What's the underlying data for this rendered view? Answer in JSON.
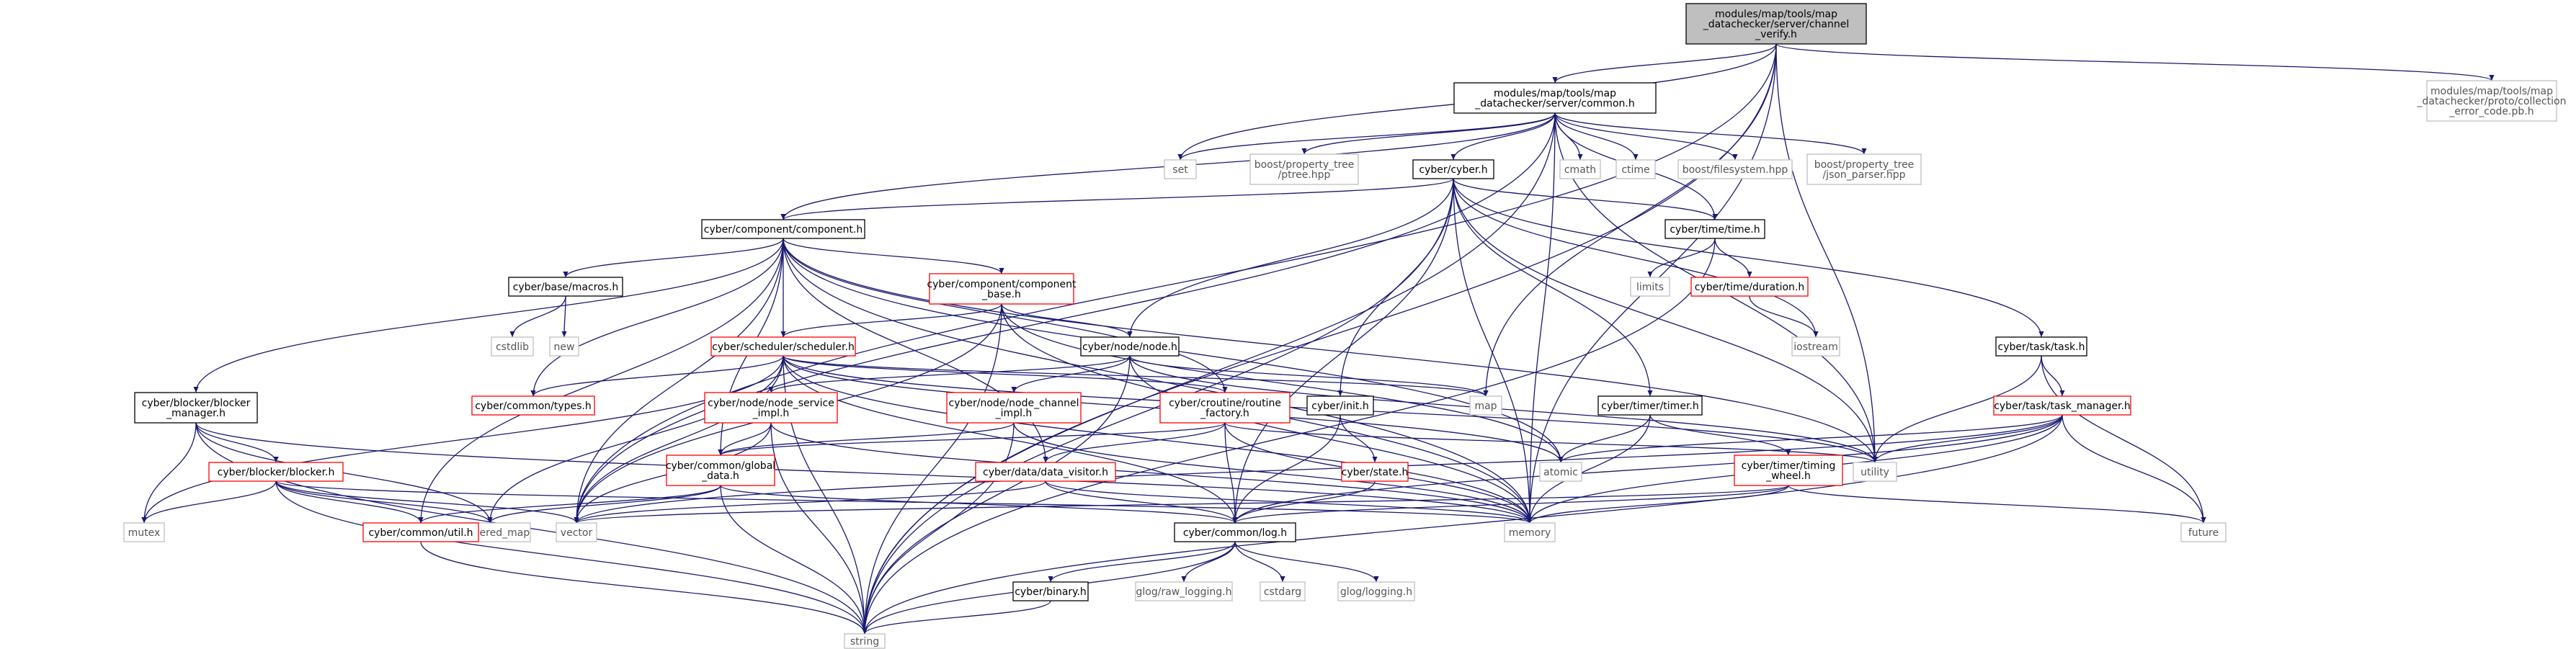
{
  "nodes": [
    {
      "id": "root",
      "lines": [
        "modules/map/tools/map",
        "_datachecker/server/channel",
        "_verify.h"
      ],
      "style": "root"
    },
    {
      "id": "common",
      "lines": [
        "modules/map/tools/map",
        "_datachecker/server/common.h"
      ],
      "style": "black"
    },
    {
      "id": "proto",
      "lines": [
        "modules/map/tools/map",
        "_datachecker/proto/collection",
        "_error_code.pb.h"
      ],
      "style": "gray"
    },
    {
      "id": "set",
      "lines": [
        "set"
      ],
      "style": "gray"
    },
    {
      "id": "ptree",
      "lines": [
        "boost/property_tree",
        "/ptree.hpp"
      ],
      "style": "gray"
    },
    {
      "id": "cyber",
      "lines": [
        "cyber/cyber.h"
      ],
      "style": "black"
    },
    {
      "id": "cmath",
      "lines": [
        "cmath"
      ],
      "style": "gray"
    },
    {
      "id": "ctime",
      "lines": [
        "ctime"
      ],
      "style": "gray"
    },
    {
      "id": "filesystem",
      "lines": [
        "boost/filesystem.hpp"
      ],
      "style": "gray"
    },
    {
      "id": "json",
      "lines": [
        "boost/property_tree",
        "/json_parser.hpp"
      ],
      "style": "gray"
    },
    {
      "id": "component",
      "lines": [
        "cyber/component/component.h"
      ],
      "style": "black"
    },
    {
      "id": "timeh",
      "lines": [
        "cyber/time/time.h"
      ],
      "style": "black"
    },
    {
      "id": "limits",
      "lines": [
        "limits"
      ],
      "style": "gray"
    },
    {
      "id": "duration",
      "lines": [
        "cyber/time/duration.h"
      ],
      "style": "red"
    },
    {
      "id": "iostream",
      "lines": [
        "iostream"
      ],
      "style": "gray"
    },
    {
      "id": "macros",
      "lines": [
        "cyber/base/macros.h"
      ],
      "style": "black"
    },
    {
      "id": "cstdlib",
      "lines": [
        "cstdlib"
      ],
      "style": "gray"
    },
    {
      "id": "new",
      "lines": [
        "new"
      ],
      "style": "gray"
    },
    {
      "id": "compbase",
      "lines": [
        "cyber/component/component",
        "_base.h"
      ],
      "style": "red"
    },
    {
      "id": "scheduler",
      "lines": [
        "cyber/scheduler/scheduler.h"
      ],
      "style": "red"
    },
    {
      "id": "types",
      "lines": [
        "cyber/common/types.h"
      ],
      "style": "red"
    },
    {
      "id": "nodeh",
      "lines": [
        "cyber/node/node.h"
      ],
      "style": "black"
    },
    {
      "id": "map",
      "lines": [
        "map"
      ],
      "style": "gray"
    },
    {
      "id": "task",
      "lines": [
        "cyber/task/task.h"
      ],
      "style": "black"
    },
    {
      "id": "taskmgr",
      "lines": [
        "cyber/task/task_manager.h"
      ],
      "style": "red"
    },
    {
      "id": "blockermgr",
      "lines": [
        "cyber/blocker/blocker",
        "_manager.h"
      ],
      "style": "black"
    },
    {
      "id": "nodeservice",
      "lines": [
        "cyber/node/node_service",
        "_impl.h"
      ],
      "style": "red"
    },
    {
      "id": "nodechannel",
      "lines": [
        "cyber/node/node_channel",
        "_impl.h"
      ],
      "style": "red"
    },
    {
      "id": "routine",
      "lines": [
        "cyber/croutine/routine",
        "_factory.h"
      ],
      "style": "red"
    },
    {
      "id": "init",
      "lines": [
        "cyber/init.h"
      ],
      "style": "black"
    },
    {
      "id": "timer",
      "lines": [
        "cyber/timer/timer.h"
      ],
      "style": "black"
    },
    {
      "id": "blocker",
      "lines": [
        "cyber/blocker/blocker.h"
      ],
      "style": "red"
    },
    {
      "id": "globaldata",
      "lines": [
        "cyber/common/global",
        "_data.h"
      ],
      "style": "red"
    },
    {
      "id": "datavisitor",
      "lines": [
        "cyber/data/data_visitor.h"
      ],
      "style": "red"
    },
    {
      "id": "state",
      "lines": [
        "cyber/state.h"
      ],
      "style": "red"
    },
    {
      "id": "atomic",
      "lines": [
        "atomic"
      ],
      "style": "gray"
    },
    {
      "id": "utility",
      "lines": [
        "utility"
      ],
      "style": "gray"
    },
    {
      "id": "timingwheel",
      "lines": [
        "cyber/timer/timing",
        "_wheel.h"
      ],
      "style": "red"
    },
    {
      "id": "future",
      "lines": [
        "future"
      ],
      "style": "gray"
    },
    {
      "id": "mutex",
      "lines": [
        "mutex"
      ],
      "style": "gray"
    },
    {
      "id": "unorderedmap",
      "lines": [
        "unordered_map"
      ],
      "style": "gray"
    },
    {
      "id": "vector",
      "lines": [
        "vector"
      ],
      "style": "gray"
    },
    {
      "id": "util",
      "lines": [
        "cyber/common/util.h"
      ],
      "style": "red"
    },
    {
      "id": "log",
      "lines": [
        "cyber/common/log.h"
      ],
      "style": "black"
    },
    {
      "id": "memory",
      "lines": [
        "memory"
      ],
      "style": "gray"
    },
    {
      "id": "binary",
      "lines": [
        "cyber/binary.h"
      ],
      "style": "black"
    },
    {
      "id": "rawlog",
      "lines": [
        "glog/raw_logging.h"
      ],
      "style": "gray"
    },
    {
      "id": "cstdarg",
      "lines": [
        "cstdarg"
      ],
      "style": "gray"
    },
    {
      "id": "glog",
      "lines": [
        "glog/logging.h"
      ],
      "style": "gray"
    },
    {
      "id": "string",
      "lines": [
        "string"
      ],
      "style": "gray"
    }
  ],
  "edges": [
    [
      "root",
      "common"
    ],
    [
      "root",
      "proto"
    ],
    [
      "root",
      "set"
    ],
    [
      "root",
      "vector"
    ],
    [
      "root",
      "map"
    ],
    [
      "root",
      "utility"
    ],
    [
      "root",
      "memory"
    ],
    [
      "root",
      "string"
    ],
    [
      "common",
      "set"
    ],
    [
      "common",
      "ptree"
    ],
    [
      "common",
      "cyber"
    ],
    [
      "common",
      "cmath"
    ],
    [
      "common",
      "ctime"
    ],
    [
      "common",
      "filesystem"
    ],
    [
      "common",
      "json"
    ],
    [
      "common",
      "component"
    ],
    [
      "common",
      "vector"
    ],
    [
      "common",
      "string"
    ],
    [
      "common",
      "utility"
    ],
    [
      "common",
      "memory"
    ],
    [
      "common",
      "timeh"
    ],
    [
      "cyber",
      "component"
    ],
    [
      "cyber",
      "timeh"
    ],
    [
      "cyber",
      "nodeh"
    ],
    [
      "cyber",
      "task"
    ],
    [
      "cyber",
      "init"
    ],
    [
      "cyber",
      "timer"
    ],
    [
      "cyber",
      "log"
    ],
    [
      "cyber",
      "iostream"
    ],
    [
      "cyber",
      "utility"
    ],
    [
      "cyber",
      "memory"
    ],
    [
      "cyber",
      "string"
    ],
    [
      "component",
      "macros"
    ],
    [
      "component",
      "compbase"
    ],
    [
      "component",
      "scheduler"
    ],
    [
      "component",
      "types"
    ],
    [
      "component",
      "blockermgr"
    ],
    [
      "component",
      "globaldata"
    ],
    [
      "component",
      "datavisitor"
    ],
    [
      "component",
      "routine"
    ],
    [
      "component",
      "util"
    ],
    [
      "component",
      "vector"
    ],
    [
      "component",
      "memory"
    ],
    [
      "component",
      "atomic"
    ],
    [
      "component",
      "utility"
    ],
    [
      "timeh",
      "limits"
    ],
    [
      "timeh",
      "duration"
    ],
    [
      "timeh",
      "string"
    ],
    [
      "duration",
      "iostream"
    ],
    [
      "macros",
      "cstdlib"
    ],
    [
      "macros",
      "new"
    ],
    [
      "compbase",
      "scheduler"
    ],
    [
      "compbase",
      "nodeh"
    ],
    [
      "compbase",
      "atomic"
    ],
    [
      "compbase",
      "memory"
    ],
    [
      "compbase",
      "vector"
    ],
    [
      "compbase",
      "string"
    ],
    [
      "scheduler",
      "types"
    ],
    [
      "scheduler",
      "map"
    ],
    [
      "scheduler",
      "mutex"
    ],
    [
      "scheduler",
      "routine"
    ],
    [
      "scheduler",
      "unorderedmap"
    ],
    [
      "scheduler",
      "vector"
    ],
    [
      "scheduler",
      "log"
    ],
    [
      "scheduler",
      "memory"
    ],
    [
      "scheduler",
      "string"
    ],
    [
      "scheduler",
      "utility"
    ],
    [
      "scheduler",
      "atomic"
    ],
    [
      "nodeh",
      "nodeservice"
    ],
    [
      "nodeh",
      "nodechannel"
    ],
    [
      "nodeh",
      "map"
    ],
    [
      "nodeh",
      "memory"
    ],
    [
      "nodeh",
      "string"
    ],
    [
      "nodeh",
      "utility"
    ],
    [
      "task",
      "taskmgr"
    ],
    [
      "task",
      "future"
    ],
    [
      "task",
      "utility"
    ],
    [
      "taskmgr",
      "atomic"
    ],
    [
      "taskmgr",
      "future"
    ],
    [
      "taskmgr",
      "memory"
    ],
    [
      "taskmgr",
      "string"
    ],
    [
      "taskmgr",
      "utility"
    ],
    [
      "taskmgr",
      "vector"
    ],
    [
      "taskmgr",
      "log"
    ],
    [
      "blockermgr",
      "blocker"
    ],
    [
      "blockermgr",
      "mutex"
    ],
    [
      "blockermgr",
      "memory"
    ],
    [
      "blockermgr",
      "string"
    ],
    [
      "blockermgr",
      "unorderedmap"
    ],
    [
      "nodeservice",
      "globaldata"
    ],
    [
      "nodeservice",
      "memory"
    ],
    [
      "nodeservice",
      "string"
    ],
    [
      "nodeservice",
      "vector"
    ],
    [
      "nodechannel",
      "globaldata"
    ],
    [
      "nodechannel",
      "memory"
    ],
    [
      "nodechannel",
      "string"
    ],
    [
      "routine",
      "datavisitor"
    ],
    [
      "routine",
      "globaldata"
    ],
    [
      "routine",
      "log"
    ],
    [
      "routine",
      "memory"
    ],
    [
      "routine",
      "utility"
    ],
    [
      "init",
      "state"
    ],
    [
      "init",
      "log"
    ],
    [
      "timer",
      "atomic"
    ],
    [
      "timer",
      "memory"
    ],
    [
      "timer",
      "timingwheel"
    ],
    [
      "blocker",
      "mutex"
    ],
    [
      "blocker",
      "unorderedmap"
    ],
    [
      "blocker",
      "vector"
    ],
    [
      "blocker",
      "memory"
    ],
    [
      "blocker",
      "string"
    ],
    [
      "blocker",
      "util"
    ],
    [
      "globaldata",
      "util"
    ],
    [
      "globaldata",
      "unorderedmap"
    ],
    [
      "globaldata",
      "string"
    ],
    [
      "globaldata",
      "log"
    ],
    [
      "datavisitor",
      "log"
    ],
    [
      "datavisitor",
      "vector"
    ],
    [
      "datavisitor",
      "memory"
    ],
    [
      "state",
      "log"
    ],
    [
      "timingwheel",
      "future"
    ],
    [
      "timingwheel",
      "memory"
    ],
    [
      "timingwheel",
      "log"
    ],
    [
      "timingwheel",
      "vector"
    ],
    [
      "util",
      "string"
    ],
    [
      "log",
      "binary"
    ],
    [
      "log",
      "rawlog"
    ],
    [
      "log",
      "cstdarg"
    ],
    [
      "log",
      "glog"
    ],
    [
      "log",
      "string"
    ],
    [
      "binary",
      "string"
    ]
  ],
  "colors": {
    "root_fill": "#bfbfbf",
    "edge": "#191970",
    "black_border": "#000000",
    "red_border": "#ff0000",
    "gray_border": "#bfbfbf",
    "text": "#000000",
    "red_text": "#000000"
  }
}
